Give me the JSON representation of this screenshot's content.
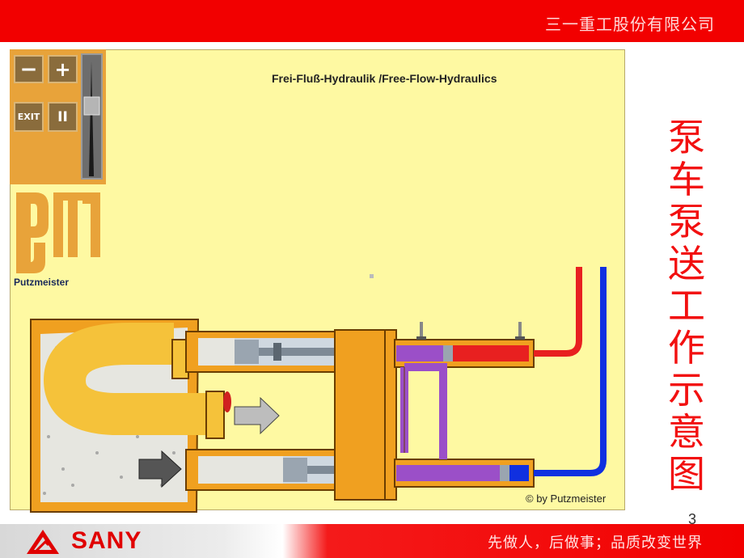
{
  "header": {
    "company": "三一重工股份有限公司"
  },
  "animation": {
    "title": "Frei-Fluß-Hydraulik /Free-Flow-Hydraulics",
    "controls": {
      "minus_label": "−",
      "plus_label": "+",
      "exit_label": "EXIT",
      "pause_label": "II"
    },
    "logo_text": "Putzmeister",
    "copyright": "© by Putzmeister"
  },
  "side_title": "泵车泵送工作示意图",
  "page_number": "3",
  "footer": {
    "brand": "SANY",
    "slogan": "先做人，后做事；品质改变世界"
  },
  "colors": {
    "header_red": "#f20000",
    "panel_yellow": "#fef9a2",
    "control_orange": "#e8a33a",
    "hopper_orange": "#f0a020",
    "title_red": "#f21010",
    "hydraulic_red": "#e82020",
    "hydraulic_blue": "#1030e0",
    "hydraulic_purple": "#9b4fc8"
  }
}
